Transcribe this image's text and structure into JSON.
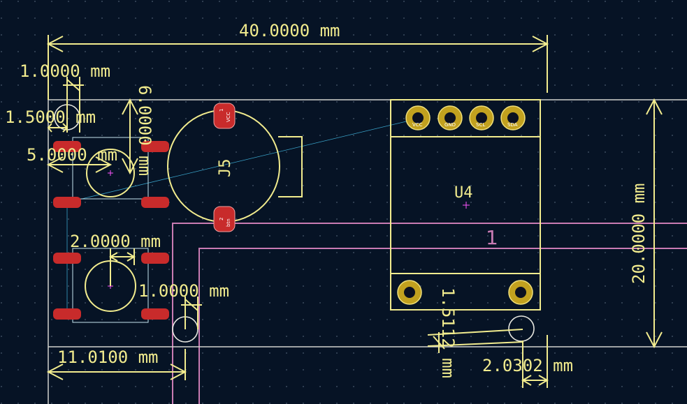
{
  "dimensions": {
    "board_width": "40.0000 mm",
    "board_height": "20.0000 mm",
    "hole_diameter_top": "1.0000 mm",
    "hole_offset_top": "1.5000 mm",
    "switch_offset": "5.0000 mm",
    "vertical_top": "6.0000 mm",
    "switch_gap": "2.0000 mm",
    "hole_diameter_mid": "1.0000 mm",
    "left_offset": "11.0100 mm",
    "hole_offset_bottom": "1.5112 mm",
    "hole_right_offset": "2.0302 mm"
  },
  "components": {
    "connector_ref": "J5",
    "module_ref": "U4",
    "zone_number": "1",
    "j5_pin1": "1",
    "j5_pin1_net": "VCC",
    "j5_pin2": "2",
    "j5_pin2_net": "btn",
    "u4_pins": [
      "VCC",
      "GND",
      "SCL",
      "SDA"
    ]
  },
  "colors": {
    "background": "#061325",
    "silkscreen": "#f2ec8e",
    "edge_cuts": "#d0d2cd",
    "zone": "#c97bb3",
    "pad_smd": "#c82b2b",
    "pad_tht": "#c2a11f",
    "ratsnest": "#3aa3c9"
  }
}
